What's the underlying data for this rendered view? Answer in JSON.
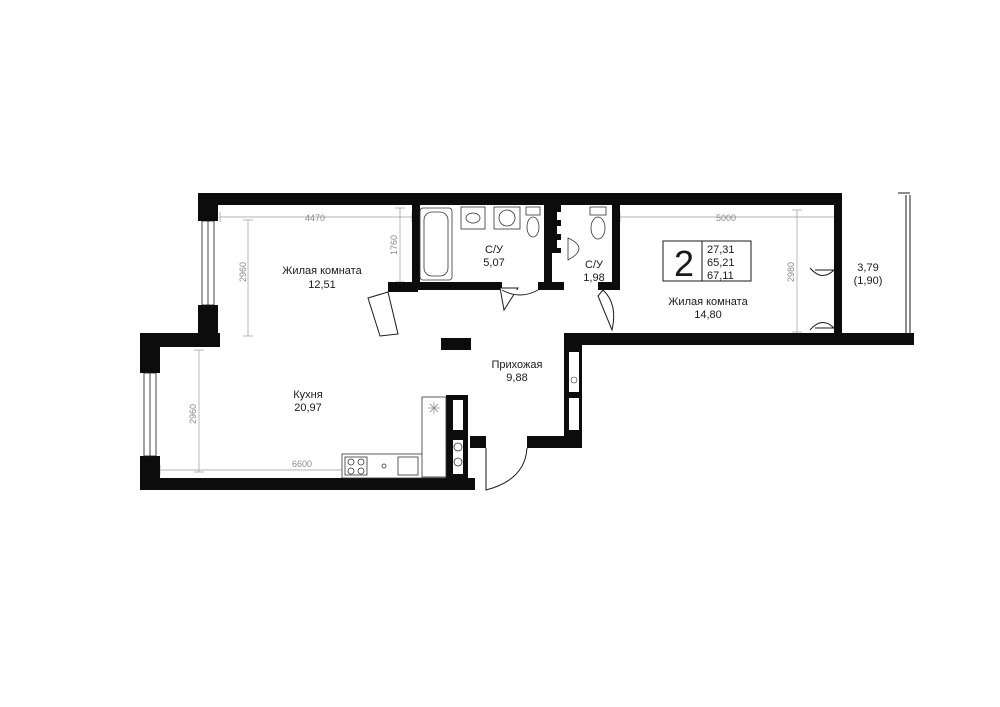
{
  "rooms": {
    "living_room_1": {
      "name": "Жилая комната",
      "area": "12,51"
    },
    "bathroom_1": {
      "name": "С/У",
      "area": "5,07"
    },
    "bathroom_2": {
      "name": "С/У",
      "area": "1,98"
    },
    "living_room_2": {
      "name": "Жилая комната",
      "area": "14,80"
    },
    "balcony": {
      "area": "3,79",
      "area_reduced": "(1,90)"
    },
    "hallway": {
      "name": "Прихожая",
      "area": "9,88"
    },
    "kitchen": {
      "name": "Кухня",
      "area": "20,97"
    }
  },
  "dimensions": {
    "living_room_1_width": "4470",
    "living_room_1_depth": "2960",
    "bathroom_1_depth": "1760",
    "living_room_2_width": "5000",
    "living_room_2_depth": "2980",
    "kitchen_depth": "2960",
    "kitchen_width": "6600"
  },
  "info_box": {
    "rooms_count": "2",
    "living_area": "27,31",
    "total_area": "65,21",
    "total_area_with_balcony": "67,11"
  },
  "colors": {
    "wall": "#0c0c0c",
    "dimension": "#8a8a8a",
    "text": "#1a1a1a"
  }
}
